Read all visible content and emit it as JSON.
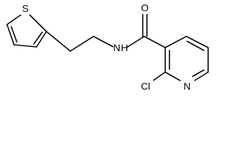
{
  "atoms": {
    "sulfur": "S",
    "oxygen": "O",
    "amide_nitrogen": "N",
    "amide_hydrogen": "H",
    "chlorine": "Cl",
    "pyridine_nitrogen": "N"
  }
}
